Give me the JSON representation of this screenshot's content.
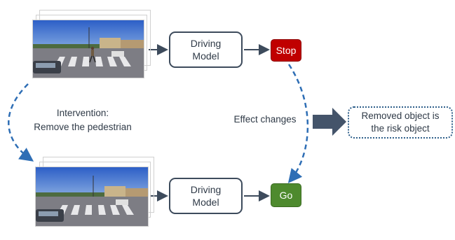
{
  "top_row": {
    "model_label": "Driving\nModel",
    "outcome_label": "Stop",
    "outcome_color": "#c00000"
  },
  "bottom_row": {
    "model_label": "Driving\nModel",
    "outcome_label": "Go",
    "outcome_color": "#4e8a2e"
  },
  "intervention_label": "Intervention:\nRemove the pedestrian",
  "effect_label": "Effect changes",
  "result_label": "Removed object is\nthe risk object",
  "colors": {
    "dashed_arrow": "#2e6eb5",
    "solid_arrow": "#3d4b5c",
    "big_arrow": "#44546a",
    "result_border": "#2e5f8a"
  },
  "icons": {
    "image_stack": "camera-frame-stack",
    "big_arrow": "right-arrow"
  }
}
